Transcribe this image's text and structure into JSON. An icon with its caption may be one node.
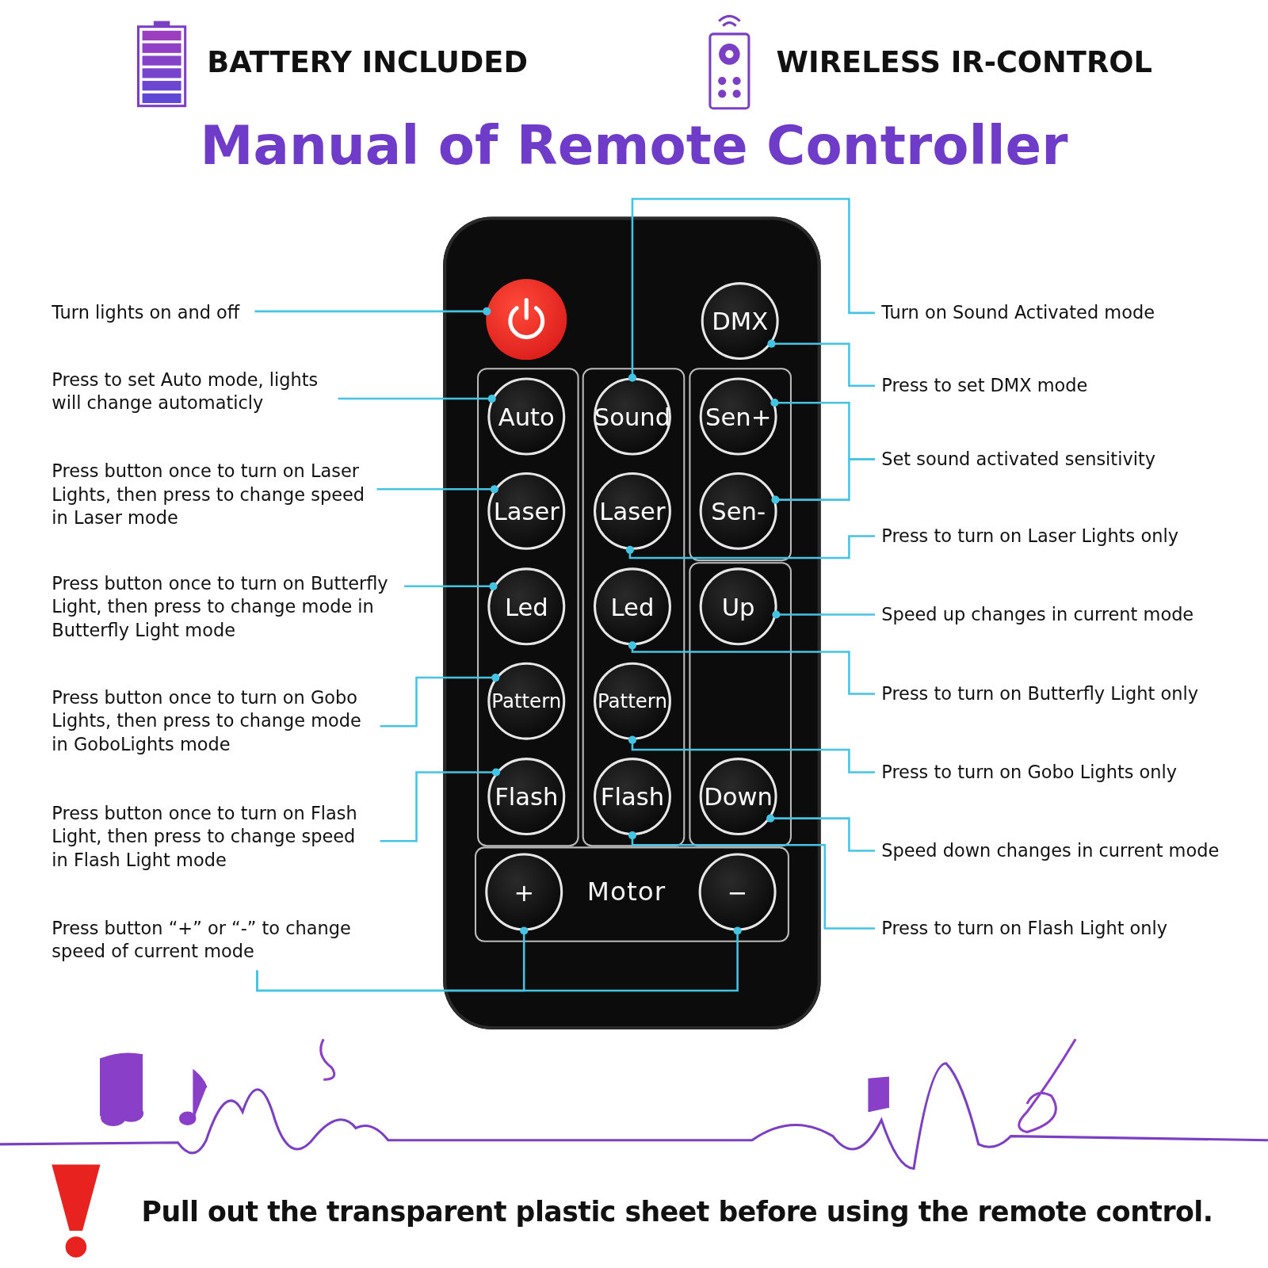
{
  "diagram": {
    "title": "Manual of Remote Controller",
    "nodes": [
      {
        "text": [
          "Turn lights on and off"
        ]
      },
      {
        "text": [
          "Press to set Auto mode, lights will change automaticly"
        ]
      },
      {
        "text": [
          "Press button once to turn on Laser Lights, then press to change speed in Laser mode"
        ]
      },
      {
        "text": [
          "Press button once to turn on Butterfly Light, then press to change mode in Butterfly Light mode"
        ]
      },
      {
        "text": [
          "Press button once to turn on Gobo Lights, then press to change mode in GoboLights mode"
        ]
      },
      {
        "text": [
          "Press button once to turn on Flash Light, then press to change speed in Flash Light mode"
        ]
      },
      {
        "text": [
          "Press button “+” or “-” to change speed of current mode"
        ]
      },
      {
        "text": [],
        "shape": "box"
      },
      {
        "text": [],
        "shape": "circle",
        "in": 7
      },
      {
        "text": [
          "DMX"
        ],
        "in": 7
      },
      {
        "text": [
          "Auto"
        ],
        "in": 7
      },
      {
        "text": [
          "Sound"
        ],
        "in": 7
      },
      {
        "text": [
          "Sen+"
        ],
        "in": 7
      },
      {
        "text": [
          "Laser"
        ],
        "in": 7
      },
      {
        "text": [
          "Laser"
        ],
        "in": 7
      },
      {
        "text": [
          "Sen-"
        ],
        "in": 7
      },
      {
        "text": [
          "Led"
        ],
        "in": 7
      },
      {
        "text": [
          "Led"
        ],
        "in": 7
      },
      {
        "text": [
          "Up"
        ],
        "in": 7
      },
      {
        "text": [
          "Pattern"
        ],
        "in": 7
      },
      {
        "text": [
          "Pattern"
        ],
        "in": 7
      },
      {
        "text": [
          "Flash"
        ],
        "in": 7
      },
      {
        "text": [
          "Flash"
        ],
        "in": 7
      },
      {
        "text": [
          "Down"
        ],
        "in": 7
      },
      {
        "text": [
          "+"
        ],
        "in": 7
      },
      {
        "text": [
          "−"
        ],
        "in": 7
      },
      {
        "text": [
          "Turn on Sound Activated mode"
        ]
      },
      {
        "text": [
          "Press to set DMX mode"
        ]
      },
      {
        "text": [
          "Set sound activated sensitivity"
        ]
      },
      {
        "text": [
          "Press to turn on Laser Lights only"
        ]
      },
      {
        "text": [
          "Speed up changes in current mode"
        ]
      },
      {
        "text": [
          "Press to turn on Butterfly Light only"
        ]
      },
      {
        "text": [
          "Press to turn on Gobo Lights only"
        ]
      },
      {
        "text": [
          "Speed down changes in current mode"
        ]
      },
      {
        "text": [
          "Press to turn on Flash Light only"
        ]
      }
    ],
    "edges": [
      {
        "from": 0,
        "to": 8,
        "arrow": "other"
      },
      {
        "from": 1,
        "to": 10,
        "arrow": "other"
      },
      {
        "from": 2,
        "to": 13,
        "arrow": "other"
      },
      {
        "from": 3,
        "to": 16,
        "arrow": "other"
      },
      {
        "from": 4,
        "to": 19,
        "arrow": "other"
      },
      {
        "from": 5,
        "to": 21,
        "arrow": "other"
      },
      {
        "from": 6,
        "to": 24,
        "arrow": "other"
      },
      {
        "from": 6,
        "to": 25,
        "arrow": "other"
      },
      {
        "from": 26,
        "to": 11,
        "arrow": "other"
      },
      {
        "from": 27,
        "to": 9,
        "arrow": "other"
      },
      {
        "from": 28,
        "to": 12,
        "arrow": "other"
      },
      {
        "from": 28,
        "to": 15,
        "arrow": "other"
      },
      {
        "from": 29,
        "to": 14,
        "arrow": "other"
      },
      {
        "from": 30,
        "to": 18,
        "arrow": "other"
      },
      {
        "from": 31,
        "to": 17,
        "arrow": "other"
      },
      {
        "from": 32,
        "to": 20,
        "arrow": "other"
      },
      {
        "from": 33,
        "to": 23,
        "arrow": "other"
      },
      {
        "from": 34,
        "to": 22,
        "arrow": "other"
      }
    ],
    "labels": [
      "BATTERY INCLUDED",
      "WIRELESS IR-CONTROL",
      "Motor",
      "Pull out the transparent plastic sheet before using the remote control."
    ]
  }
}
